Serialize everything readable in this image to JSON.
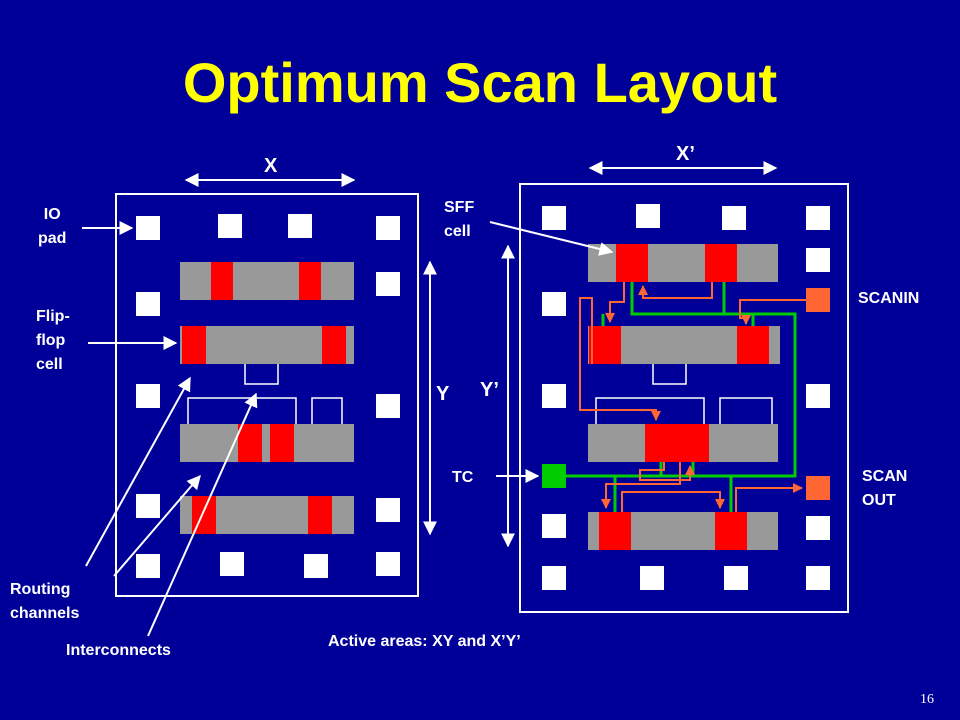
{
  "title": "Optimum Scan Layout",
  "labels": {
    "x": "X",
    "x_prime": "X’",
    "y": "Y",
    "y_prime": "Y’",
    "io_pad": "IO\npad",
    "flip_flop_cell": "Flip-\nflop\ncell",
    "routing_channels": "Routing\nchannels",
    "interconnects": "Interconnects",
    "sff_cell": "SFF\ncell",
    "scanin": "SCANIN",
    "scan_out": "SCAN\nOUT",
    "tc": "TC",
    "active_areas": "Active areas: XY and X’Y’"
  },
  "page_number": "16",
  "colors": {
    "background": "#000099",
    "title": "#ffff00",
    "cell_row": "#999999",
    "flip_flop": "#ff0000",
    "scan_route": "#ff6633",
    "tc_route": "#00cc00",
    "io_pad": "#ffffff"
  }
}
